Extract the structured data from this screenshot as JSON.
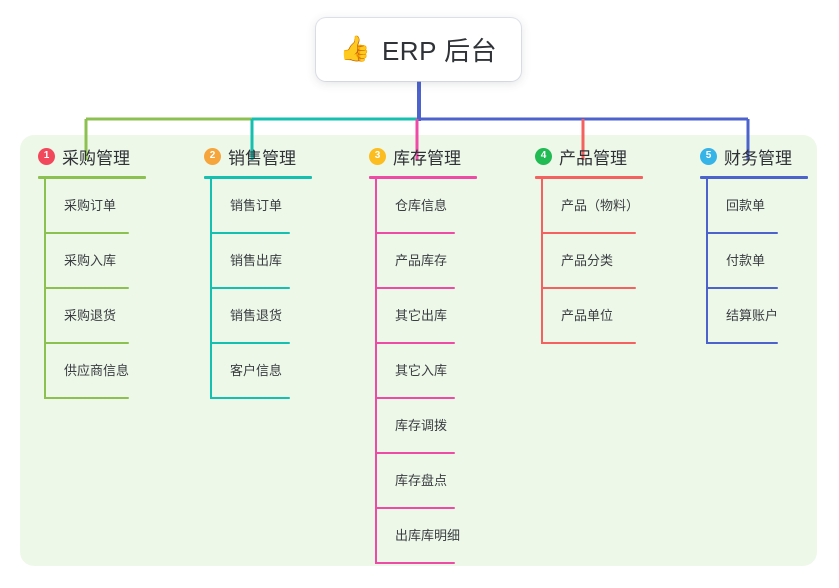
{
  "diagram": {
    "root": {
      "icon": "thumbs-up-icon",
      "emoji": "👍",
      "title": "ERP 后台"
    },
    "panel_bg": "#eef8e9",
    "columns": [
      {
        "index": "1",
        "badge_color": "#f2485b",
        "line_color": "#8cc152",
        "title": "采购管理",
        "items": [
          "采购订单",
          "采购入库",
          "采购退货",
          "供应商信息"
        ]
      },
      {
        "index": "2",
        "badge_color": "#f5a53c",
        "line_color": "#16c0b0",
        "title": "销售管理",
        "items": [
          "销售订单",
          "销售出库",
          "销售退货",
          "客户信息"
        ]
      },
      {
        "index": "3",
        "badge_color": "#fbbd1f",
        "line_color": "#ef4ba6",
        "title": "库存管理",
        "items": [
          "仓库信息",
          "产品库存",
          "其它出库",
          "其它入库",
          "库存调拨",
          "库存盘点",
          "出库库明细"
        ]
      },
      {
        "index": "4",
        "badge_color": "#21ba53",
        "line_color": "#f4615f",
        "title": "产品管理",
        "items": [
          "产品（物料）",
          "产品分类",
          "产品单位"
        ]
      },
      {
        "index": "5",
        "badge_color": "#36b4e8",
        "line_color": "#4c62cc",
        "title": "财务管理",
        "items": [
          "回款单",
          "付款单",
          "结算账户"
        ]
      }
    ]
  }
}
